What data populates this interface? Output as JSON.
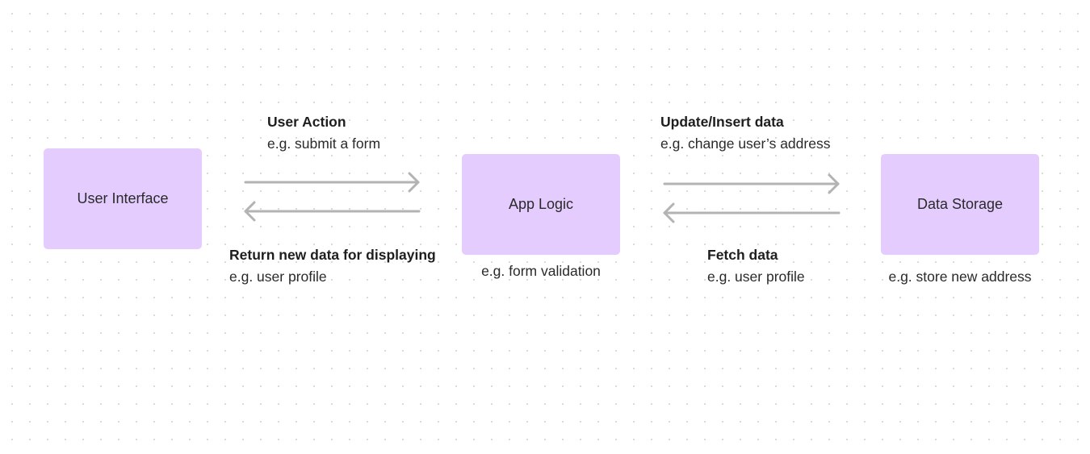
{
  "nodes": {
    "user_interface": "User Interface",
    "app_logic": "App Logic",
    "data_storage": "Data Storage"
  },
  "edges": {
    "user_action": {
      "title": "User Action",
      "example": "e.g. submit a form"
    },
    "return_data": {
      "title": "Return new data for displaying",
      "example": "e.g. user profile"
    },
    "update_insert": {
      "title": "Update/Insert data",
      "example": "e.g. change user’s address"
    },
    "fetch_data": {
      "title": "Fetch data",
      "example": "e.g. user profile"
    }
  },
  "captions": {
    "app_logic": "e.g. form validation",
    "data_storage": "e.g. store new address"
  },
  "colors": {
    "node_fill": "#e4ccff",
    "arrow": "#b3b3b3",
    "text": "#1e1e1e",
    "grid_dot": "#d8d8d8"
  }
}
